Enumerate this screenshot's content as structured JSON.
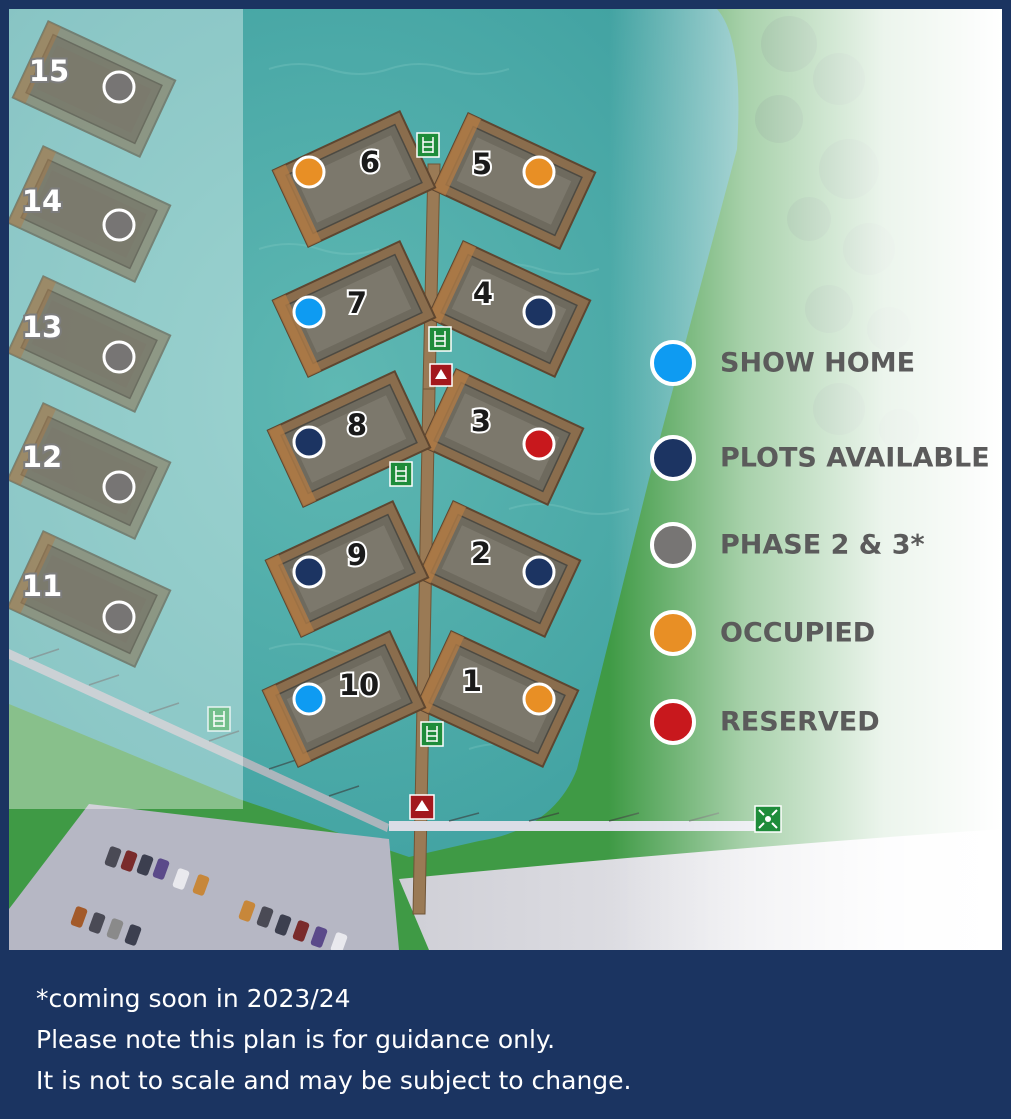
{
  "legend": [
    {
      "key": "show_home",
      "label": "SHOW HOME",
      "color": "#0e9bf2"
    },
    {
      "key": "available",
      "label": "PLOTS AVAILABLE",
      "color": "#1c3462"
    },
    {
      "key": "phase",
      "label": "PHASE 2 & 3*",
      "color": "#777574"
    },
    {
      "key": "occupied",
      "label": "OCCUPIED",
      "color": "#e88f25"
    },
    {
      "key": "reserved",
      "label": "RESERVED",
      "color": "#c8181d"
    }
  ],
  "plots": [
    {
      "number": "1",
      "status": "occupied"
    },
    {
      "number": "2",
      "status": "available"
    },
    {
      "number": "3",
      "status": "reserved"
    },
    {
      "number": "4",
      "status": "available"
    },
    {
      "number": "5",
      "status": "occupied"
    },
    {
      "number": "6",
      "status": "occupied"
    },
    {
      "number": "7",
      "status": "show_home"
    },
    {
      "number": "8",
      "status": "available"
    },
    {
      "number": "9",
      "status": "available"
    },
    {
      "number": "10",
      "status": "show_home"
    },
    {
      "number": "11",
      "status": "phase"
    },
    {
      "number": "12",
      "status": "phase"
    },
    {
      "number": "13",
      "status": "phase"
    },
    {
      "number": "14",
      "status": "phase"
    },
    {
      "number": "15",
      "status": "phase"
    }
  ],
  "notes": {
    "line1": "*coming soon in 2023/24",
    "line2": "Please note this plan is for guidance only.",
    "line3": "It is not to scale and may be subject to change."
  }
}
